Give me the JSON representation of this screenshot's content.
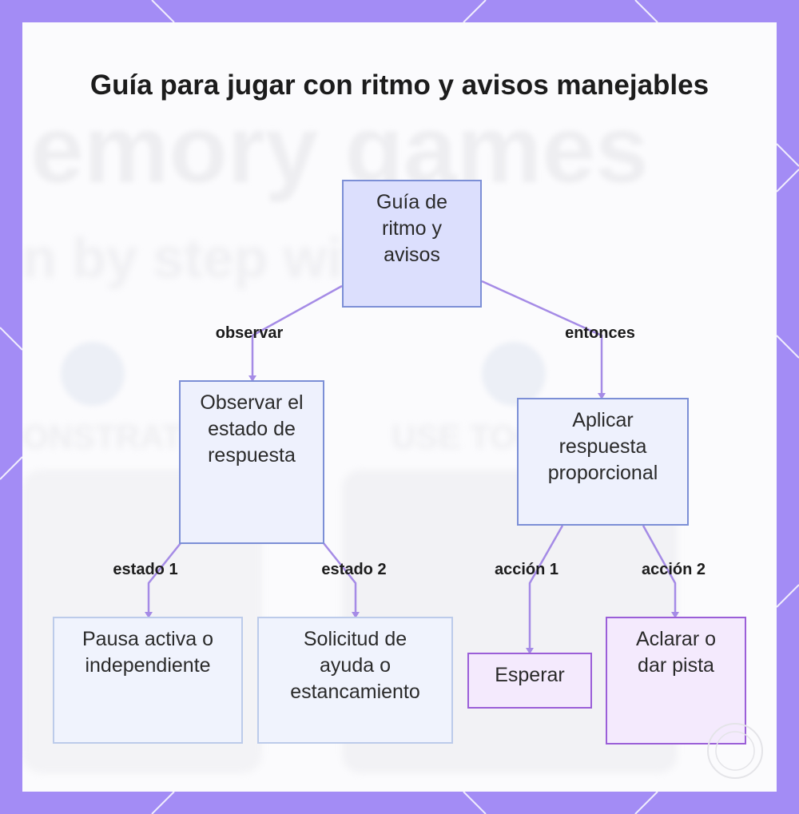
{
  "title": "Guía para jugar con ritmo y avisos manejables",
  "nodes": {
    "root": "Guía de ritmo y avisos",
    "observe": "Observar el estado de respuesta",
    "apply": "Aplicar respuesta proporcional",
    "pause": "Pausa activa o independiente",
    "help": "Solicitud de ayuda o estancamiento",
    "wait": "Esperar",
    "clarify": "Aclarar o dar pista"
  },
  "edges": {
    "observe": "observar",
    "then": "entonces",
    "state1": "estado 1",
    "state2": "estado 2",
    "action1": "acción 1",
    "action2": "acción 2"
  },
  "colors": {
    "frame": "#a38cf5",
    "edge": "#a58be6",
    "root_fill": "#dcdffd",
    "blue_border": "#7c8fd6",
    "light_fill": "#eef1fd",
    "purple_fill": "#f4eafd",
    "purple_border": "#9b5fd8"
  }
}
